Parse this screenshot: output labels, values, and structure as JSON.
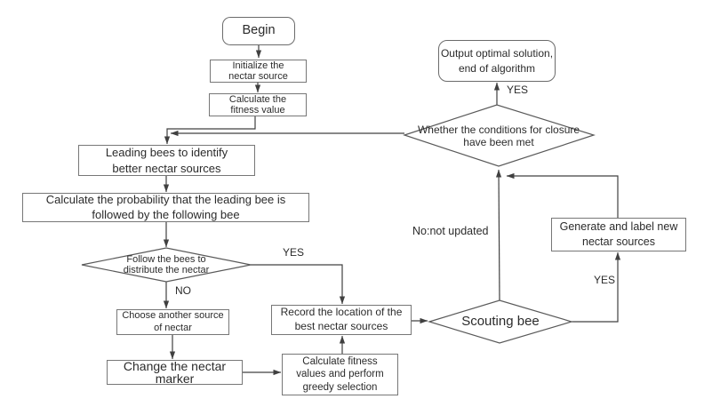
{
  "colors": {
    "background": "#ffffff",
    "connector_line": "#404040",
    "box_border": "#777777",
    "text": "#2b2b2b"
  },
  "nodes": {
    "begin": {
      "label": "Begin"
    },
    "initialize": {
      "label": "Initialize the\nnectar source"
    },
    "calc_fitness": {
      "label": "Calculate the\nfitness value"
    },
    "leading_bees": {
      "label": "Leading bees to identify\nbetter nectar sources"
    },
    "calc_probability": {
      "label": "Calculate the probability that the leading bee is\nfollowed by the following bee"
    },
    "follow_bees": {
      "label": "Follow the bees to\ndistribute the nectar"
    },
    "choose_source": {
      "label": "Choose another source\nof nectar"
    },
    "change_marker": {
      "label": "Change the nectar\nmarker"
    },
    "record_location": {
      "label": "Record the location of the\nbest nectar sources"
    },
    "calc_greedy": {
      "label": "Calculate fitness\nvalues and perform\ngreedy selection"
    },
    "scouting_bee": {
      "label": "Scouting bee"
    },
    "generate_new": {
      "label": "Generate and label new\nnectar sources"
    },
    "closure_check": {
      "label": "Whether the conditions for closure\nhave been met"
    },
    "output_end": {
      "label": "Output optimal solution,\nend of algorithm"
    }
  },
  "edge_labels": {
    "follow_no": "NO",
    "follow_yes": "YES",
    "scouting_yes": "YES",
    "scouting_no": "No:not updated",
    "closure_yes": "YES"
  }
}
